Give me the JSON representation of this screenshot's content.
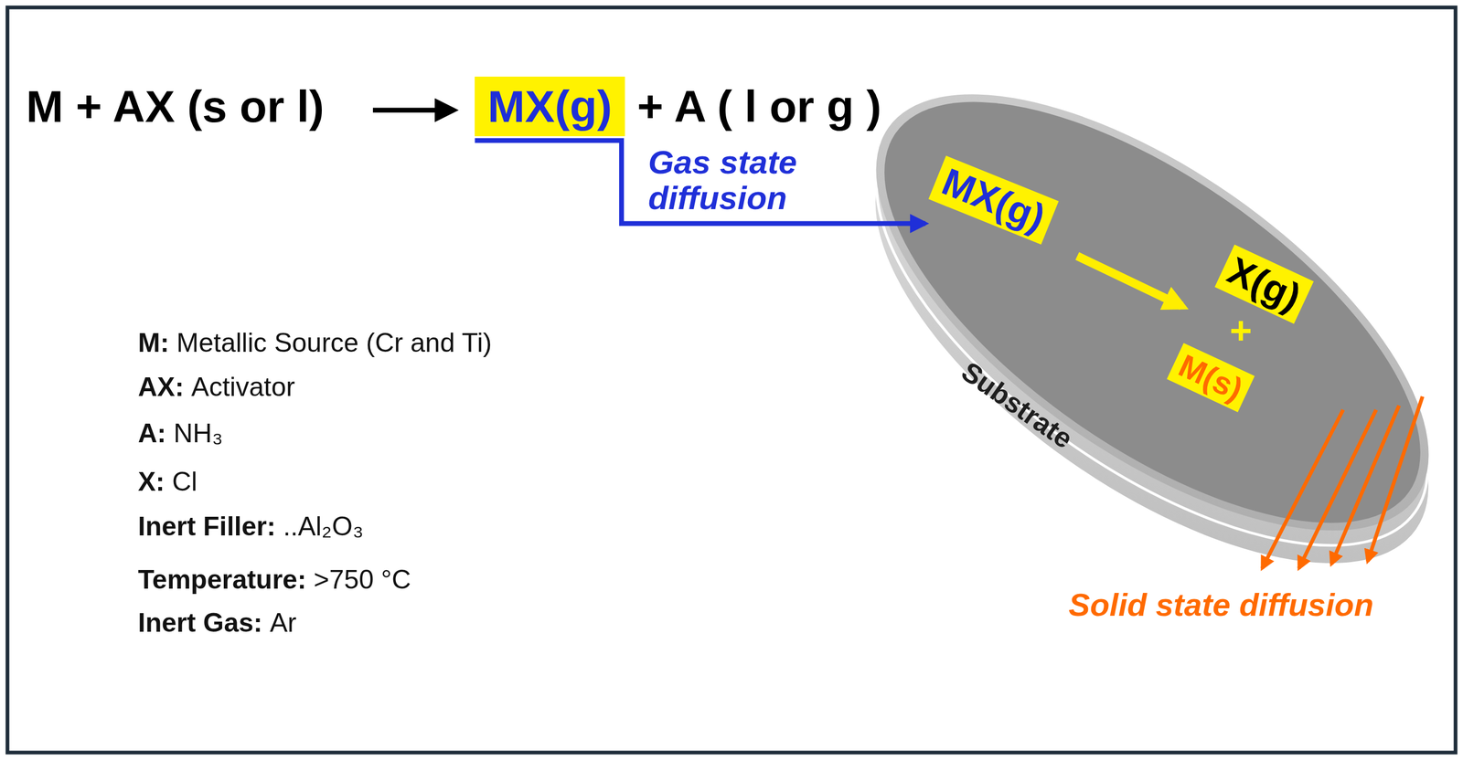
{
  "diagram": {
    "nodes": [
      {
        "text": [
          "MX(g)"
        ]
      },
      {
        "text": [
          "MX(g)"
        ]
      },
      {
        "text": [
          "X(g)"
        ]
      },
      {
        "text": [
          "M(s)"
        ]
      }
    ],
    "edges": [
      {
        "from": 0,
        "to": 1,
        "arrow": "to",
        "label": "Gas state diffusion"
      }
    ],
    "labels": [
      "M + AX (s or l)",
      "+ A ( l or g )",
      "Substrate",
      "+",
      "Solid state diffusion",
      "M:",
      "Metallic Source (Cr and Ti)",
      "AX:",
      "Activator",
      "A:",
      "NH₃",
      "X:",
      "Cl",
      "Inert Filler:",
      "..Al₂O₃",
      "Temperature:",
      ">750 °C",
      "Inert Gas:",
      "Ar"
    ]
  }
}
